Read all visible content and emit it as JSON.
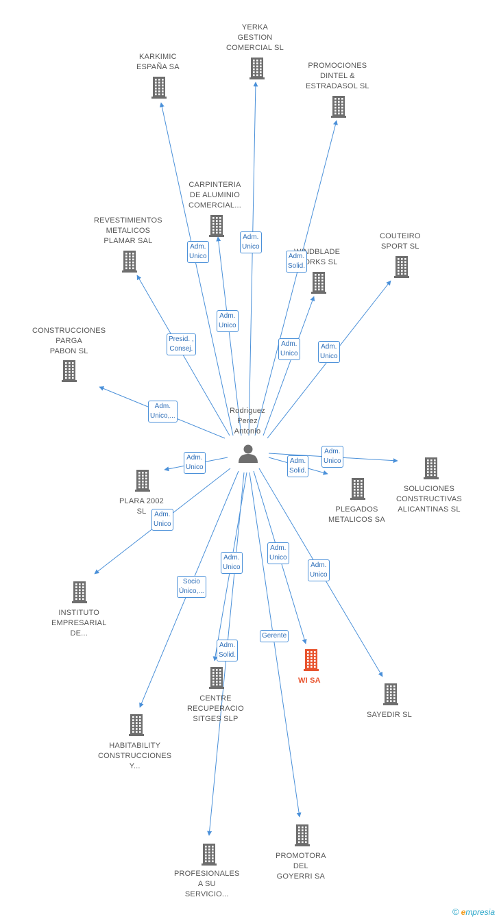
{
  "center": {
    "name": "Rodriguez\nPerez\nAntonio",
    "icon": "person-icon"
  },
  "colors": {
    "edge": "#4a90d9",
    "building": "#6e6e6e",
    "highlight": "#e8542e",
    "person": "#6e6e6e"
  },
  "nodes": [
    {
      "id": "yerka",
      "label": "YERKA\nGESTION\nCOMERCIAL  SL",
      "icon": "building-icon",
      "highlight": false
    },
    {
      "id": "karkimic",
      "label": "KARKIMIC\nESPAÑA SA",
      "icon": "building-icon",
      "highlight": false
    },
    {
      "id": "promociones",
      "label": "PROMOCIONES\nDINTEL &\nESTRADASOL SL",
      "icon": "building-icon",
      "highlight": false
    },
    {
      "id": "carpinteria",
      "label": "CARPINTERIA\nDE ALUMINIO\nCOMERCIAL...",
      "icon": "building-icon",
      "highlight": false
    },
    {
      "id": "revestimientos",
      "label": "REVESTIMIENTOS\nMETALICOS\nPLAMAR SAL",
      "icon": "building-icon",
      "highlight": false
    },
    {
      "id": "windblade",
      "label": "WINDBLADE\nWORKS SL",
      "icon": "building-icon",
      "highlight": false
    },
    {
      "id": "couteiro",
      "label": "COUTEIRO\nSPORT  SL",
      "icon": "building-icon",
      "highlight": false
    },
    {
      "id": "construcciones",
      "label": "CONSTRUCCIONES\nPARGA\nPABON SL",
      "icon": "building-icon",
      "highlight": false
    },
    {
      "id": "plara",
      "label": "PLARA 2002\nSL",
      "icon": "building-icon",
      "highlight": false
    },
    {
      "id": "plegados",
      "label": "PLEGADOS\nMETALICOS SA",
      "icon": "building-icon",
      "highlight": false
    },
    {
      "id": "soluciones",
      "label": "SOLUCIONES\nCONSTRUCTIVAS\nALICANTINAS SL",
      "icon": "building-icon",
      "highlight": false
    },
    {
      "id": "instituto",
      "label": "INSTITUTO\nEMPRESARIAL\nDE...",
      "icon": "building-icon",
      "highlight": false
    },
    {
      "id": "wisa",
      "label": "WI SA",
      "icon": "building-icon",
      "highlight": true
    },
    {
      "id": "sayedir",
      "label": "SAYEDIR  SL",
      "icon": "building-icon",
      "highlight": false
    },
    {
      "id": "centre",
      "label": "CENTRE\nRECUPERACIO\nSITGES SLP",
      "icon": "building-icon",
      "highlight": false
    },
    {
      "id": "habitability",
      "label": "HABITABILITY\nCONSTRUCCIONES\nY...",
      "icon": "building-icon",
      "highlight": false
    },
    {
      "id": "promotora",
      "label": "PROMOTORA\nDEL\nGOYERRI SA",
      "icon": "building-icon",
      "highlight": false
    },
    {
      "id": "profesionales",
      "label": "PROFESIONALES\nA SU\nSERVICIO...",
      "icon": "building-icon",
      "highlight": false
    }
  ],
  "edges": [
    {
      "to": "yerka",
      "role": "Adm.\nUnico"
    },
    {
      "to": "karkimic",
      "role": "Adm.\nUnico"
    },
    {
      "to": "promociones",
      "role": "Adm.\nSolid."
    },
    {
      "to": "carpinteria",
      "role": "Adm.\nUnico"
    },
    {
      "to": "revestimientos",
      "role": "Presid. ,\nConsej."
    },
    {
      "to": "windblade",
      "role": "Adm.\nUnico"
    },
    {
      "to": "couteiro",
      "role": "Adm.\nUnico"
    },
    {
      "to": "construcciones",
      "role": "Adm.\nUnico,..."
    },
    {
      "to": "plara",
      "role": "Adm.\nUnico"
    },
    {
      "to": "plegados",
      "role": "Adm.\nSolid."
    },
    {
      "to": "soluciones",
      "role": "Adm.\nUnico"
    },
    {
      "to": "instituto",
      "role": "Adm.\nUnico"
    },
    {
      "to": "wisa",
      "role": "Adm.\nUnico"
    },
    {
      "to": "sayedir",
      "role": "Adm.\nUnico"
    },
    {
      "to": "habitability",
      "role": "Socio\nÚnico,..."
    },
    {
      "to": "centre",
      "role": "Adm.\nUnico"
    },
    {
      "to": "promotora",
      "role": "Gerente"
    },
    {
      "to": "profesionales",
      "role": "Adm.\nSolid."
    }
  ],
  "footer": {
    "copyright": "©",
    "brand_initial": "e",
    "brand_rest": "mpresia"
  }
}
